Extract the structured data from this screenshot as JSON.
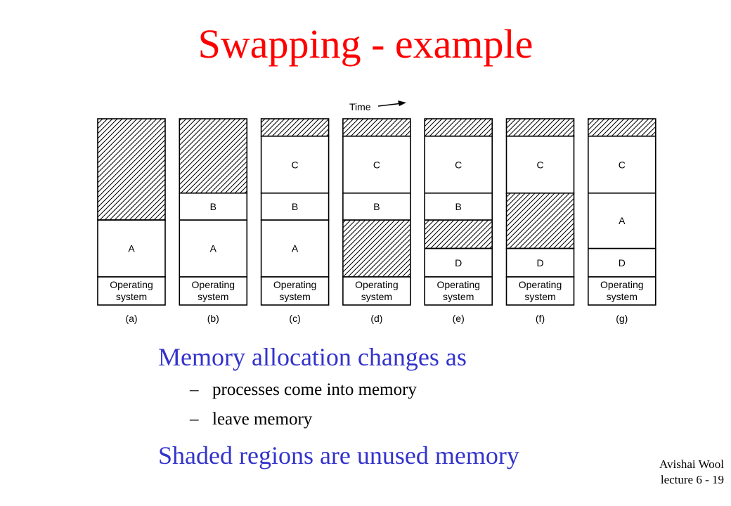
{
  "slide": {
    "title": "Swapping - example",
    "title_color": "#ff0000",
    "accent_color": "#3333cc"
  },
  "diagram": {
    "time_label": "Time",
    "os_label_line1": "Operating",
    "os_label_line2": "system",
    "columns": [
      {
        "caption": "(a)",
        "segments": [
          {
            "from": 0,
            "to": 0.36,
            "label": "A",
            "free": false
          },
          {
            "from": 0.36,
            "to": 1,
            "label": "",
            "free": true
          }
        ]
      },
      {
        "caption": "(b)",
        "segments": [
          {
            "from": 0,
            "to": 0.36,
            "label": "A",
            "free": false
          },
          {
            "from": 0.36,
            "to": 0.53,
            "label": "B",
            "free": false
          },
          {
            "from": 0.53,
            "to": 1,
            "label": "",
            "free": true
          }
        ]
      },
      {
        "caption": "(c)",
        "segments": [
          {
            "from": 0,
            "to": 0.36,
            "label": "A",
            "free": false
          },
          {
            "from": 0.36,
            "to": 0.53,
            "label": "B",
            "free": false
          },
          {
            "from": 0.53,
            "to": 0.89,
            "label": "C",
            "free": false
          },
          {
            "from": 0.89,
            "to": 1,
            "label": "",
            "free": true
          }
        ]
      },
      {
        "caption": "(d)",
        "segments": [
          {
            "from": 0,
            "to": 0.36,
            "label": "",
            "free": true
          },
          {
            "from": 0.36,
            "to": 0.53,
            "label": "B",
            "free": false
          },
          {
            "from": 0.53,
            "to": 0.89,
            "label": "C",
            "free": false
          },
          {
            "from": 0.89,
            "to": 1,
            "label": "",
            "free": true
          }
        ]
      },
      {
        "caption": "(e)",
        "segments": [
          {
            "from": 0,
            "to": 0.18,
            "label": "D",
            "free": false
          },
          {
            "from": 0.18,
            "to": 0.36,
            "label": "",
            "free": true
          },
          {
            "from": 0.36,
            "to": 0.53,
            "label": "B",
            "free": false
          },
          {
            "from": 0.53,
            "to": 0.89,
            "label": "C",
            "free": false
          },
          {
            "from": 0.89,
            "to": 1,
            "label": "",
            "free": true
          }
        ]
      },
      {
        "caption": "(f)",
        "segments": [
          {
            "from": 0,
            "to": 0.18,
            "label": "D",
            "free": false
          },
          {
            "from": 0.18,
            "to": 0.53,
            "label": "",
            "free": true
          },
          {
            "from": 0.53,
            "to": 0.89,
            "label": "C",
            "free": false
          },
          {
            "from": 0.89,
            "to": 1,
            "label": "",
            "free": true
          }
        ]
      },
      {
        "caption": "(g)",
        "segments": [
          {
            "from": 0,
            "to": 0.18,
            "label": "D",
            "free": false
          },
          {
            "from": 0.18,
            "to": 0.53,
            "label": "A",
            "free": false
          },
          {
            "from": 0.53,
            "to": 0.89,
            "label": "C",
            "free": false
          },
          {
            "from": 0.89,
            "to": 1,
            "label": "",
            "free": true
          }
        ]
      }
    ]
  },
  "bullets": {
    "main1": "Memory allocation changes as",
    "sub1": "processes come into memory",
    "sub2": "leave memory",
    "main2": "Shaded regions are unused memory",
    "dash": "–"
  },
  "footer": {
    "line1": "Avishai Wool",
    "line2": "lecture 6  - 19"
  }
}
